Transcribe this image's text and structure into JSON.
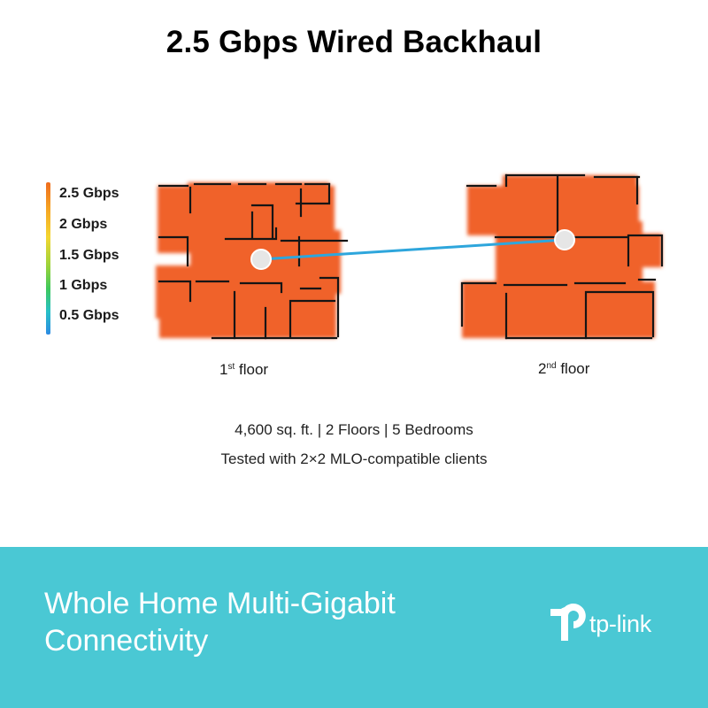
{
  "title": "2.5 Gbps Wired Backhaul",
  "legend": {
    "items": [
      "2.5 Gbps",
      "2 Gbps",
      "1.5 Gbps",
      "1 Gbps",
      "0.5 Gbps"
    ],
    "gradient_colors": [
      "#ef6c1e",
      "#f6a623",
      "#f4d631",
      "#9ad33a",
      "#3ec85c",
      "#28c0c7",
      "#2c8ae3"
    ]
  },
  "floors": [
    {
      "ordinal": "1",
      "suffix": "st",
      "label": "floor"
    },
    {
      "ordinal": "2",
      "suffix": "nd",
      "label": "floor"
    }
  ],
  "colors": {
    "coverage": "#f0622c",
    "backhaul_line": "#2ea6dc",
    "node": "#e6e6e6",
    "footer": "#4ac8d4"
  },
  "stats": {
    "line1": "4,600 sq. ft. | 2 Floors | 5 Bedrooms",
    "line2": "Tested with 2×2 MLO-compatible clients"
  },
  "footer": {
    "headline_line1": "Whole Home Multi-Gigabit",
    "headline_line2": "Connectivity",
    "brand": "tp-link",
    "logo_icon": "tp-link-logo-icon"
  }
}
